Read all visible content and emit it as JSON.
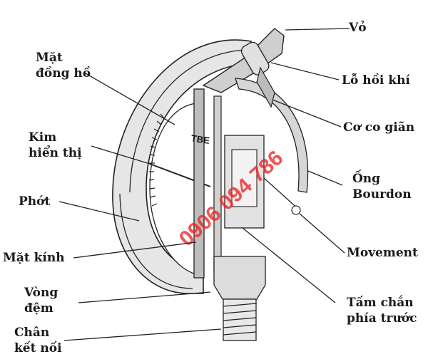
{
  "labels": {
    "vo": "Vỏ",
    "lo_hoi_khi": "Lỗ hồi khí",
    "co_co_gian": "Cơ co giãn",
    "ong_bourdon_1": "Ống",
    "ong_bourdon_2": "Bourdon",
    "movement": "Movement",
    "tam_chan_1": "Tấm chắn",
    "tam_chan_2": "phía trước",
    "mat_dong_ho_1": "Mặt",
    "mat_dong_ho_2": "đồng hồ",
    "kim_1": "Kim",
    "kim_2": "hiển thị",
    "phot": "Phớt",
    "mat_kinh": "Mặt kính",
    "vong_dem_1": "Vòng",
    "vong_dem_2": "đệm",
    "chan_1": "Chân",
    "chan_2": "kết nối"
  },
  "watermark": "0906 094 786",
  "dial_mark": "TBE",
  "colors": {
    "ink": "#1a1a1a",
    "watermark": "#ee2222",
    "body_shade": "#d9d9d9",
    "metal": "#c8c8c8"
  }
}
